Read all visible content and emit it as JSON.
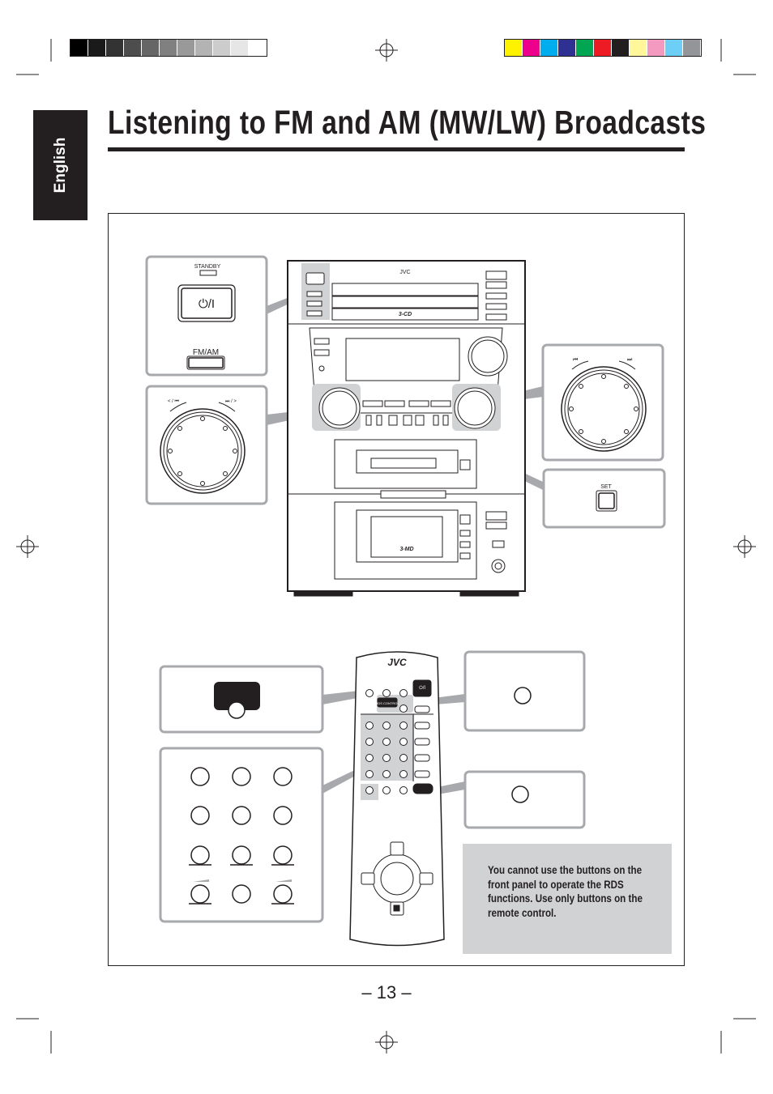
{
  "header": {
    "language_tab": "English",
    "title": "Listening to FM and AM (MW/LW) Broadcasts"
  },
  "registration_marks": {
    "grayscale": [
      "#000000",
      "#1a1a1a",
      "#333333",
      "#4d4d4d",
      "#666666",
      "#808080",
      "#999999",
      "#b3b3b3",
      "#cccccc",
      "#e6e6e6",
      "#ffffff"
    ],
    "colors": [
      "#fff200",
      "#ec008c",
      "#00aeef",
      "#2e3192",
      "#00a651",
      "#ed1c24",
      "#231f20",
      "#fff799",
      "#f49ac1",
      "#6dcff6",
      "#939598"
    ]
  },
  "front_panel": {
    "standby_label": "STANDBY",
    "power_label": "⏻/I",
    "fmam_label": "FM/AM",
    "dial_left_label": "< / ⏮",
    "dial_right_label": "⏭ / >",
    "right_dial_left_label": "⏮",
    "right_dial_right_label": "⏭",
    "set_label": "SET",
    "brand": "JVC",
    "cd_changer": "3-CD",
    "md_changer": "3-MD"
  },
  "remote": {
    "brand": "JVC",
    "rds_label": "RDS CONTROL",
    "power_label": "⏻/I"
  },
  "note": "You cannot use the buttons on the front panel to operate the RDS functions. Use only buttons on the remote control.",
  "footer": {
    "page_number": "– 13 –"
  }
}
